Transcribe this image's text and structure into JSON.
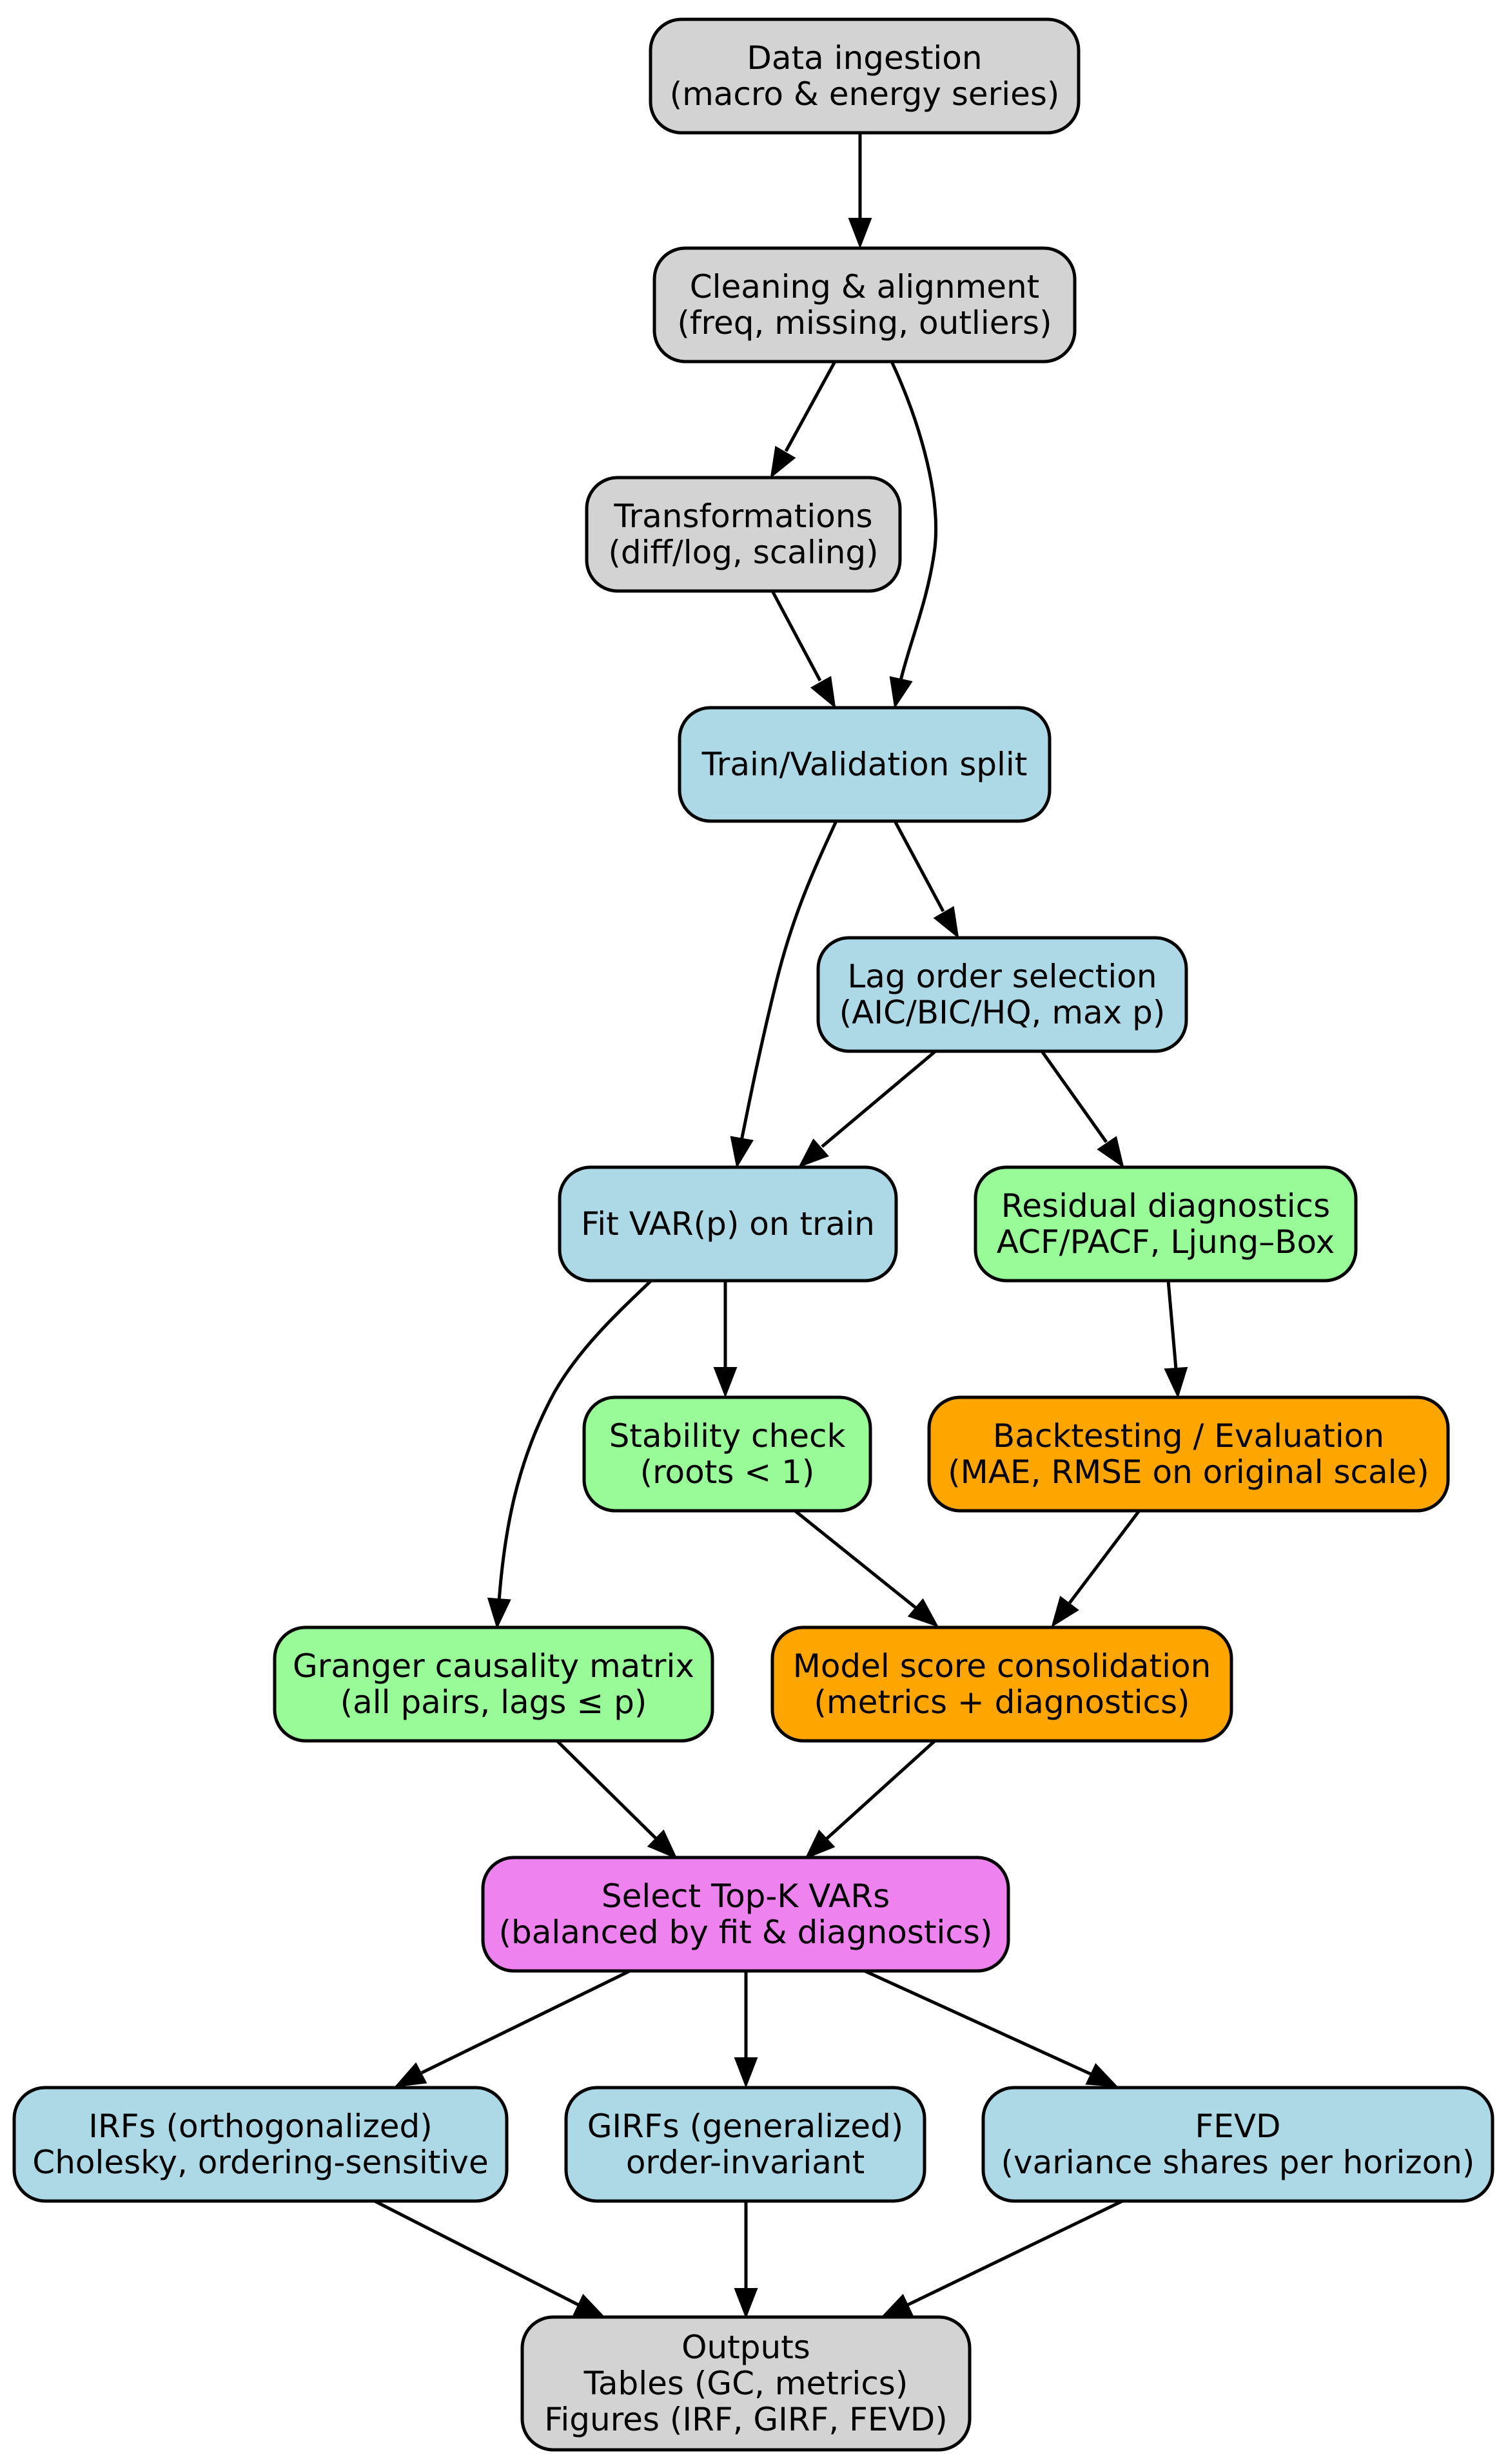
{
  "colors": {
    "gray": "#d3d3d3",
    "blue": "#add8e6",
    "green": "#98fb98",
    "orange": "#ffa500",
    "violet": "#ee82ee"
  },
  "nodes": [
    {
      "id": "data_ingestion",
      "lines": [
        "Data ingestion",
        "(macro & energy series)"
      ],
      "color": "gray"
    },
    {
      "id": "cleaning",
      "lines": [
        "Cleaning & alignment",
        "(freq, missing, outliers)"
      ],
      "color": "gray"
    },
    {
      "id": "transformations",
      "lines": [
        "Transformations",
        "(diff/log, scaling)"
      ],
      "color": "gray"
    },
    {
      "id": "split",
      "lines": [
        "Train/Validation split"
      ],
      "color": "blue"
    },
    {
      "id": "lag_order",
      "lines": [
        "Lag order selection",
        "(AIC/BIC/HQ, max p)"
      ],
      "color": "blue"
    },
    {
      "id": "fit_var",
      "lines": [
        "Fit VAR(p) on train"
      ],
      "color": "blue"
    },
    {
      "id": "residual_diag",
      "lines": [
        "Residual diagnostics",
        "ACF/PACF, Ljung–Box"
      ],
      "color": "green"
    },
    {
      "id": "stability",
      "lines": [
        "Stability check",
        "(roots < 1)"
      ],
      "color": "green"
    },
    {
      "id": "backtesting",
      "lines": [
        "Backtesting / Evaluation",
        "(MAE, RMSE on original scale)"
      ],
      "color": "orange"
    },
    {
      "id": "granger",
      "lines": [
        "Granger causality matrix",
        "(all pairs, lags ≤ p)"
      ],
      "color": "green"
    },
    {
      "id": "model_score",
      "lines": [
        "Model score consolidation",
        "(metrics + diagnostics)"
      ],
      "color": "orange"
    },
    {
      "id": "select_topk",
      "lines": [
        "Select Top-K VARs",
        "(balanced by fit & diagnostics)"
      ],
      "color": "violet"
    },
    {
      "id": "irfs",
      "lines": [
        "IRFs (orthogonalized)",
        "Cholesky, ordering-sensitive"
      ],
      "color": "blue"
    },
    {
      "id": "girfs",
      "lines": [
        "GIRFs (generalized)",
        "order-invariant"
      ],
      "color": "blue"
    },
    {
      "id": "fevd",
      "lines": [
        "FEVD",
        "(variance shares per horizon)"
      ],
      "color": "blue"
    },
    {
      "id": "outputs",
      "lines": [
        "Outputs",
        "Tables (GC, metrics)",
        "Figures (IRF, GIRF, FEVD)"
      ],
      "color": "gray"
    }
  ],
  "edges": [
    {
      "from": "data_ingestion",
      "to": "cleaning"
    },
    {
      "from": "cleaning",
      "to": "transformations"
    },
    {
      "from": "cleaning",
      "to": "split"
    },
    {
      "from": "transformations",
      "to": "split"
    },
    {
      "from": "split",
      "to": "fit_var"
    },
    {
      "from": "split",
      "to": "lag_order"
    },
    {
      "from": "lag_order",
      "to": "fit_var"
    },
    {
      "from": "lag_order",
      "to": "residual_diag"
    },
    {
      "from": "fit_var",
      "to": "granger"
    },
    {
      "from": "fit_var",
      "to": "stability"
    },
    {
      "from": "residual_diag",
      "to": "backtesting"
    },
    {
      "from": "stability",
      "to": "model_score"
    },
    {
      "from": "backtesting",
      "to": "model_score"
    },
    {
      "from": "granger",
      "to": "select_topk"
    },
    {
      "from": "model_score",
      "to": "select_topk"
    },
    {
      "from": "select_topk",
      "to": "irfs"
    },
    {
      "from": "select_topk",
      "to": "girfs"
    },
    {
      "from": "select_topk",
      "to": "fevd"
    },
    {
      "from": "irfs",
      "to": "outputs"
    },
    {
      "from": "girfs",
      "to": "outputs"
    },
    {
      "from": "fevd",
      "to": "outputs"
    }
  ]
}
